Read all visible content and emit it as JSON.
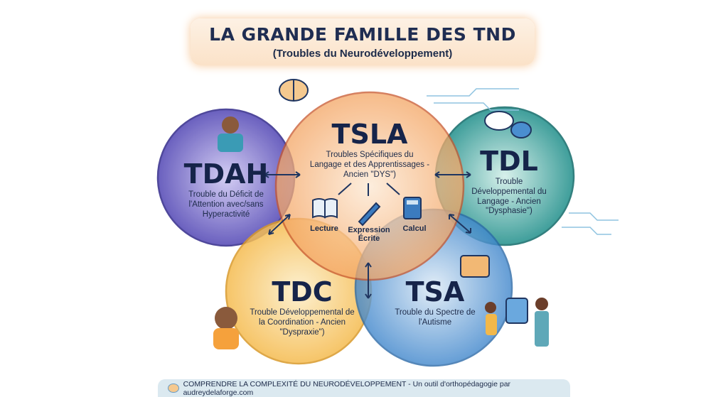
{
  "header": {
    "title": "LA GRANDE FAMILLE DES TND",
    "subtitle": "(Troubles du Neurodéveloppement)"
  },
  "circles": [
    {
      "acronym": "TDAH",
      "description": "Trouble du Déficit de l'Attention avec/sans Hyperactivité",
      "color": "#6b63c4"
    },
    {
      "acronym": "TSLA",
      "description": "Troubles Spécifiques du Langage et des Apprentissages - Ancien \"DYS\")",
      "color": "#f6a65e"
    },
    {
      "acronym": "TDL",
      "description": "Trouble Développemental du Langage - Ancien \"Dysphasie\")",
      "color": "#2f9c9a"
    },
    {
      "acronym": "TDC",
      "description": "Trouble Développemental de la Coordination - Ancien \"Dyspraxie\")",
      "color": "#f6c257"
    },
    {
      "acronym": "TSA",
      "description": "Trouble du Spectre de l'Autisme",
      "color": "#4a8ed0"
    }
  ],
  "tsla_subitems": [
    "Lecture",
    "Expression Écrite",
    "Calcul"
  ],
  "footer": {
    "text": "COMPRENDRE LA COMPLEXITÉ DU NEURODÉVELOPPEMENT - Un outil d'orthopédagogie par audreydelaforge.com"
  }
}
